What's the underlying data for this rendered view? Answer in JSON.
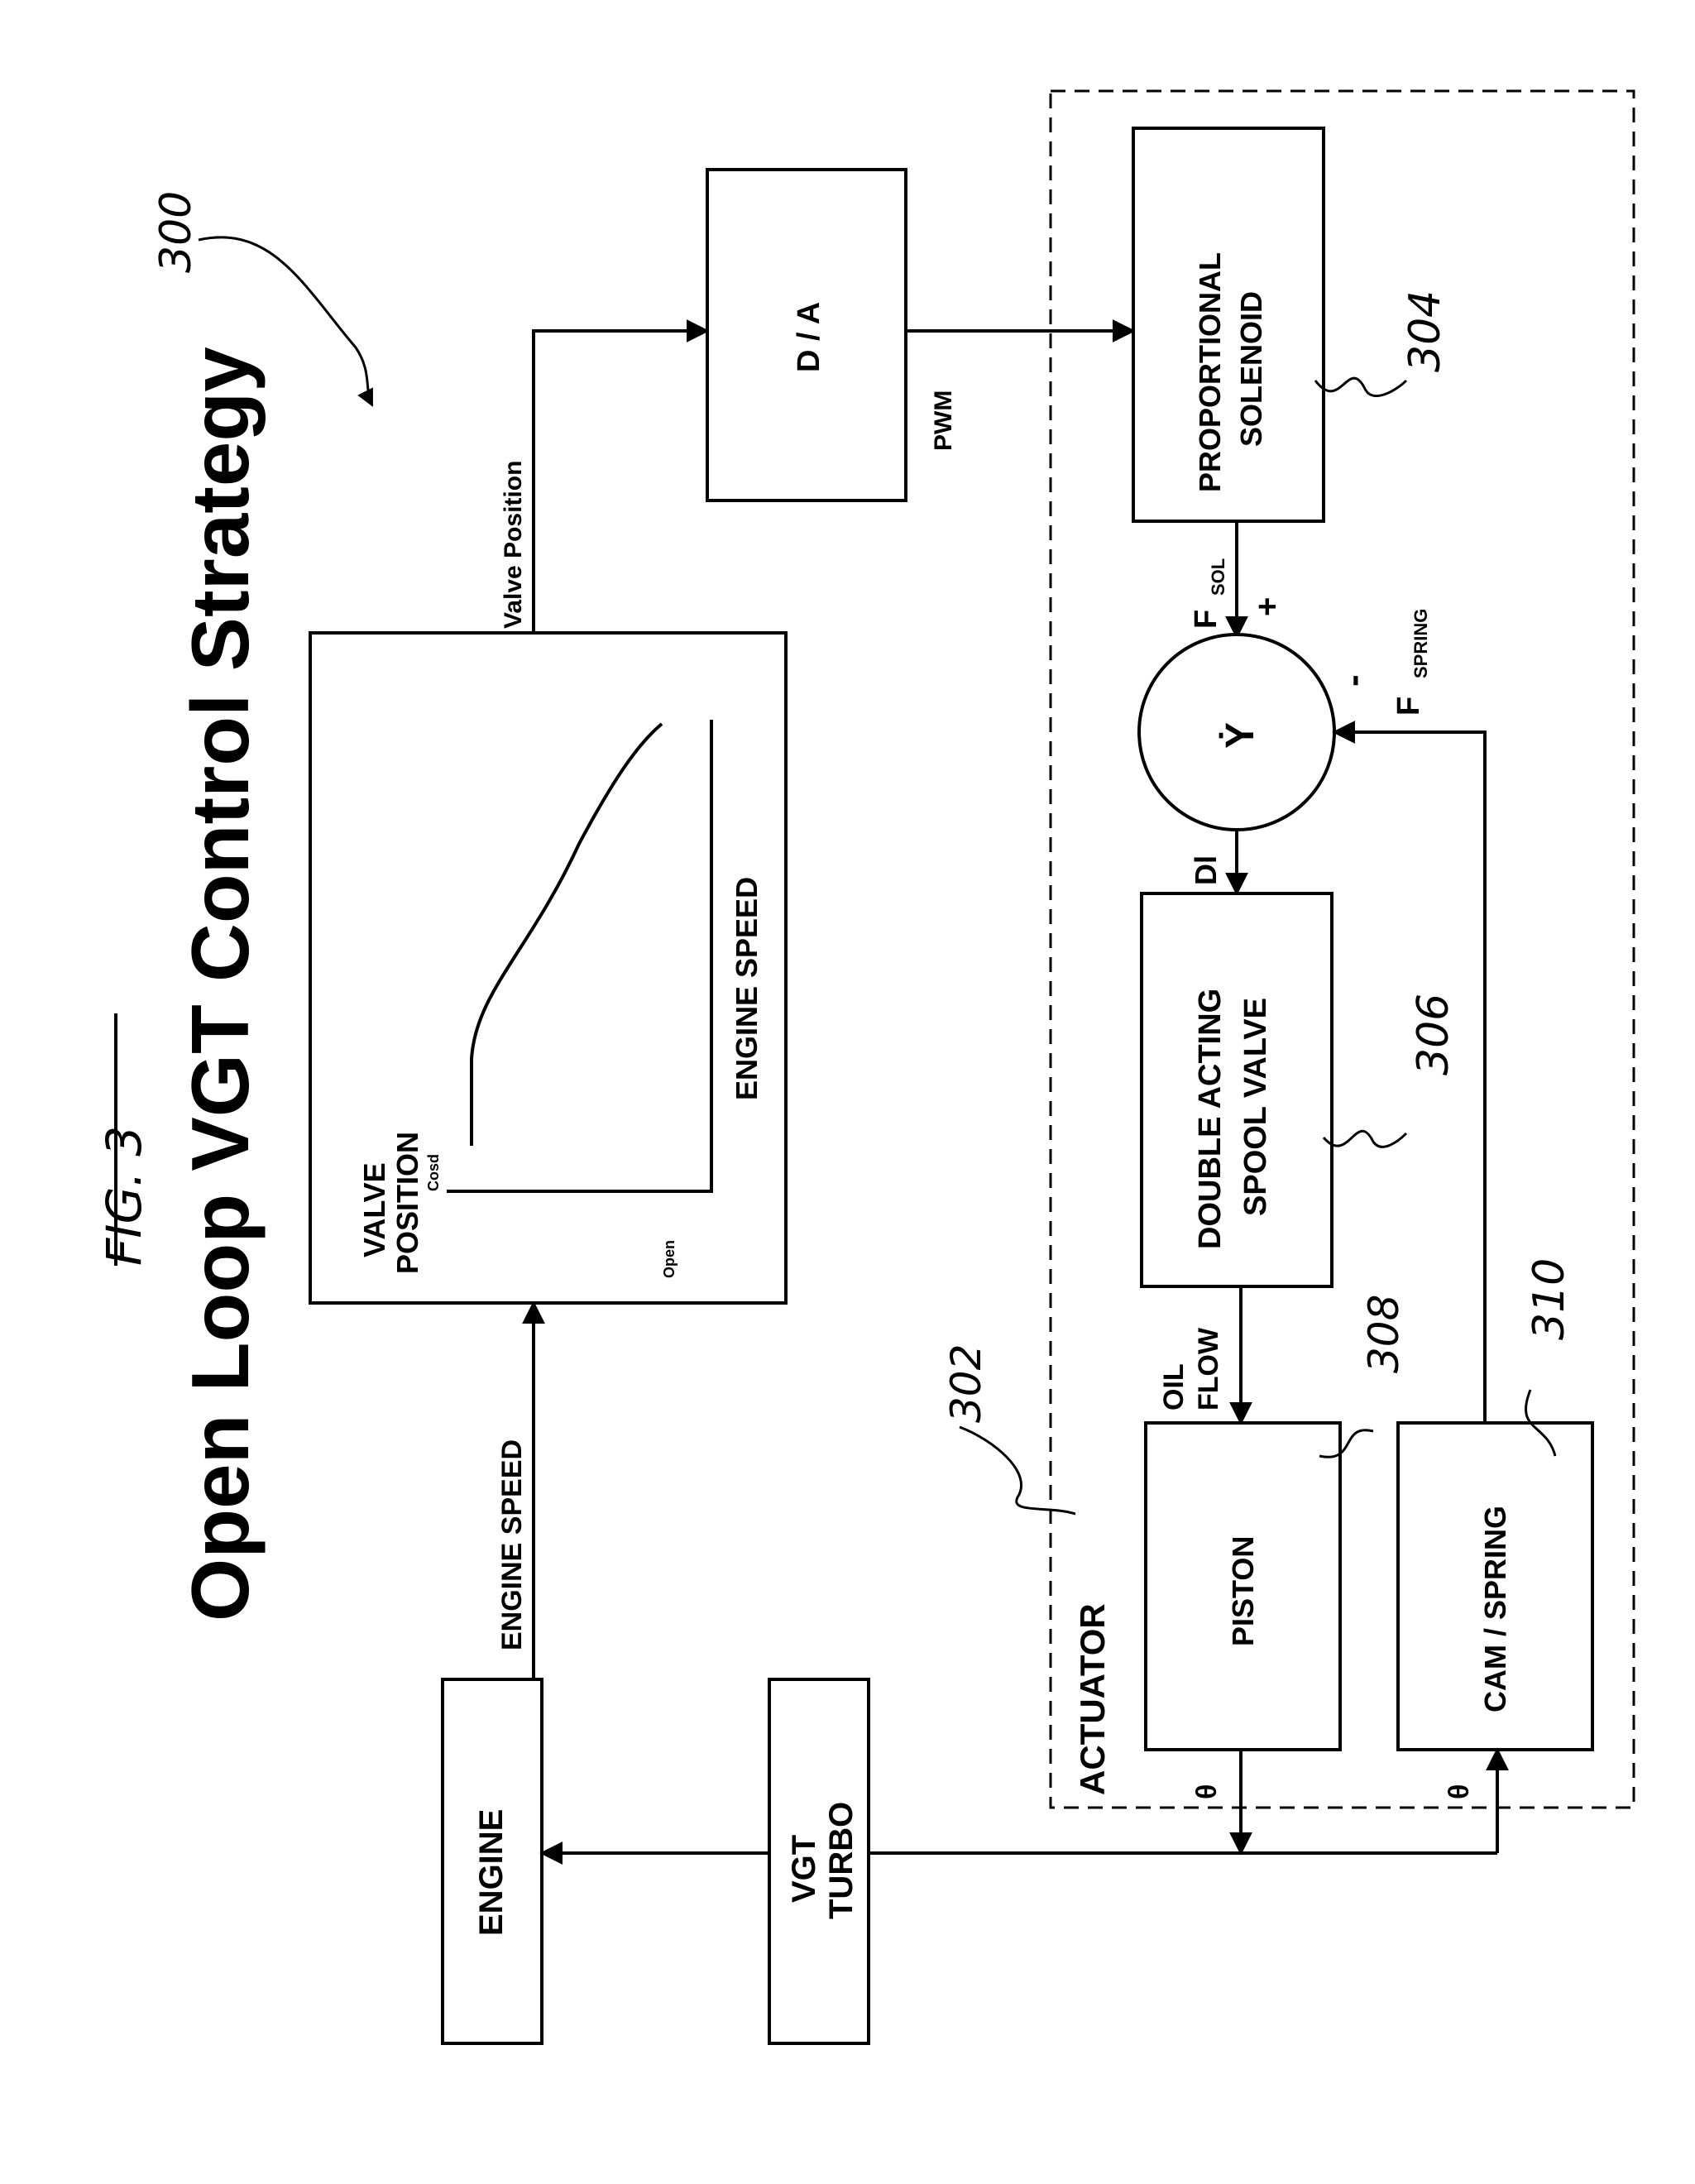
{
  "title": "Open Loop VGT Control Strategy",
  "figure_label": "FIG. 3",
  "refs": {
    "diagram": "300",
    "actuator": "302",
    "solenoid": "304",
    "spool_valve": "306",
    "piston": "308",
    "cam_spring": "310"
  },
  "blocks": {
    "engine": "ENGINE",
    "vgt_turbo_line1": "VGT",
    "vgt_turbo_line2": "TURBO",
    "map_y_line1": "VALVE",
    "map_y_line2": "POSITION",
    "map_closed": "Cosd",
    "map_open": "Open",
    "map_x": "ENGINE SPEED",
    "da": "D / A",
    "solenoid_line1": "PROPORTIONAL",
    "solenoid_line2": "SOLENOID",
    "sum_node": "Ẏ",
    "spool_line1": "DOUBLE ACTING",
    "spool_line2": "SPOOL VALVE",
    "piston": "PISTON",
    "cam_spring": "CAM / SPRING",
    "actuator": "ACTUATOR"
  },
  "signals": {
    "engine_speed": "ENGINE SPEED",
    "valve_position": "Valve Position",
    "pwm": "PWM",
    "f_sol": "F",
    "f_sol_sub": "SOL",
    "f_spring": "F",
    "f_spring_sub": "SPRING",
    "plus": "+",
    "minus": "-",
    "dl": "Dl",
    "oil_line1": "OIL",
    "oil_line2": "FLOW",
    "theta_piston": "θ",
    "theta_cam": "θ"
  }
}
